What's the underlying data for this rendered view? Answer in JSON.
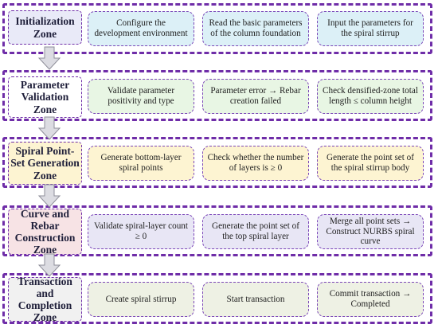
{
  "zones": [
    {
      "label": "Initialization Zone",
      "label_bg": "#e9eaf8",
      "step_bg": "#dcf0f7",
      "steps": [
        "Configure the development environment",
        "Read the basic parameters of the column foundation",
        "Input the parameters for the spiral stirrup"
      ]
    },
    {
      "label": "Parameter Validation Zone",
      "label_bg": "#ffffff",
      "step_bg": "#e8f6e4",
      "steps": [
        "Validate parameter positivity and type",
        "Parameter error → Rebar creation failed",
        "Check densified-zone total length ≤ column height"
      ]
    },
    {
      "label": "Spiral Point-Set Generation Zone",
      "label_bg": "#fdf4d2",
      "step_bg": "#fdf4d2",
      "steps": [
        "Generate bottom-layer spiral points",
        "Check whether the number of layers is ≥ 0",
        "Generate the point set of the spiral stirrup body"
      ]
    },
    {
      "label": "Curve and Rebar Construction Zone",
      "label_bg": "#f7e3e5",
      "step_bg": "#e8e6f5",
      "steps": [
        "Validate spiral-layer count ≥ 0",
        "Generate the point set of the top spiral layer",
        "Merge all point sets → Construct NURBS spiral curve"
      ]
    },
    {
      "label": "Transaction and Completion Zone",
      "label_bg": "#f1f1f1",
      "step_bg": "#eef1e4",
      "steps": [
        "Create spiral stirrup",
        "Start transaction",
        "Commit transaction → Completed"
      ]
    }
  ],
  "colors": {
    "zone_border": "#6f2da8",
    "arrow_fill": "#dcdce2",
    "arrow_stroke": "#8e8e99"
  }
}
